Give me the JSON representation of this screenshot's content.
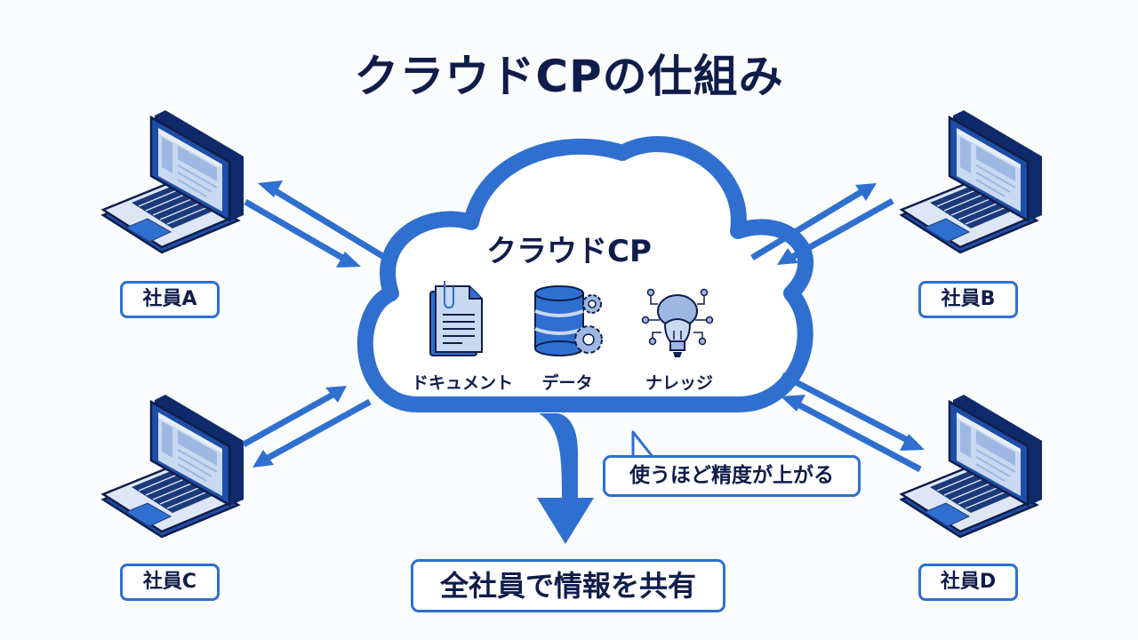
{
  "title": "クラウドCPの仕組み",
  "cloud": {
    "title": "クラウドCP",
    "items": [
      {
        "icon": "document-icon",
        "label": "ドキュメント"
      },
      {
        "icon": "database-gear-icon",
        "label": "データ"
      },
      {
        "icon": "brain-lightbulb-icon",
        "label": "ナレッジ"
      }
    ]
  },
  "employees": [
    {
      "label": "社員A",
      "position": "top-left"
    },
    {
      "label": "社員B",
      "position": "top-right"
    },
    {
      "label": "社員C",
      "position": "bottom-left"
    },
    {
      "label": "社員D",
      "position": "bottom-right"
    }
  ],
  "callout": "使うほど精度が上がる",
  "result": "全社員で情報を共有",
  "colors": {
    "primary_blue": "#2f6fd0",
    "dark_navy": "#0f1d4a",
    "light_blue": "#c9d9f1",
    "background": "#fbfcfe"
  }
}
